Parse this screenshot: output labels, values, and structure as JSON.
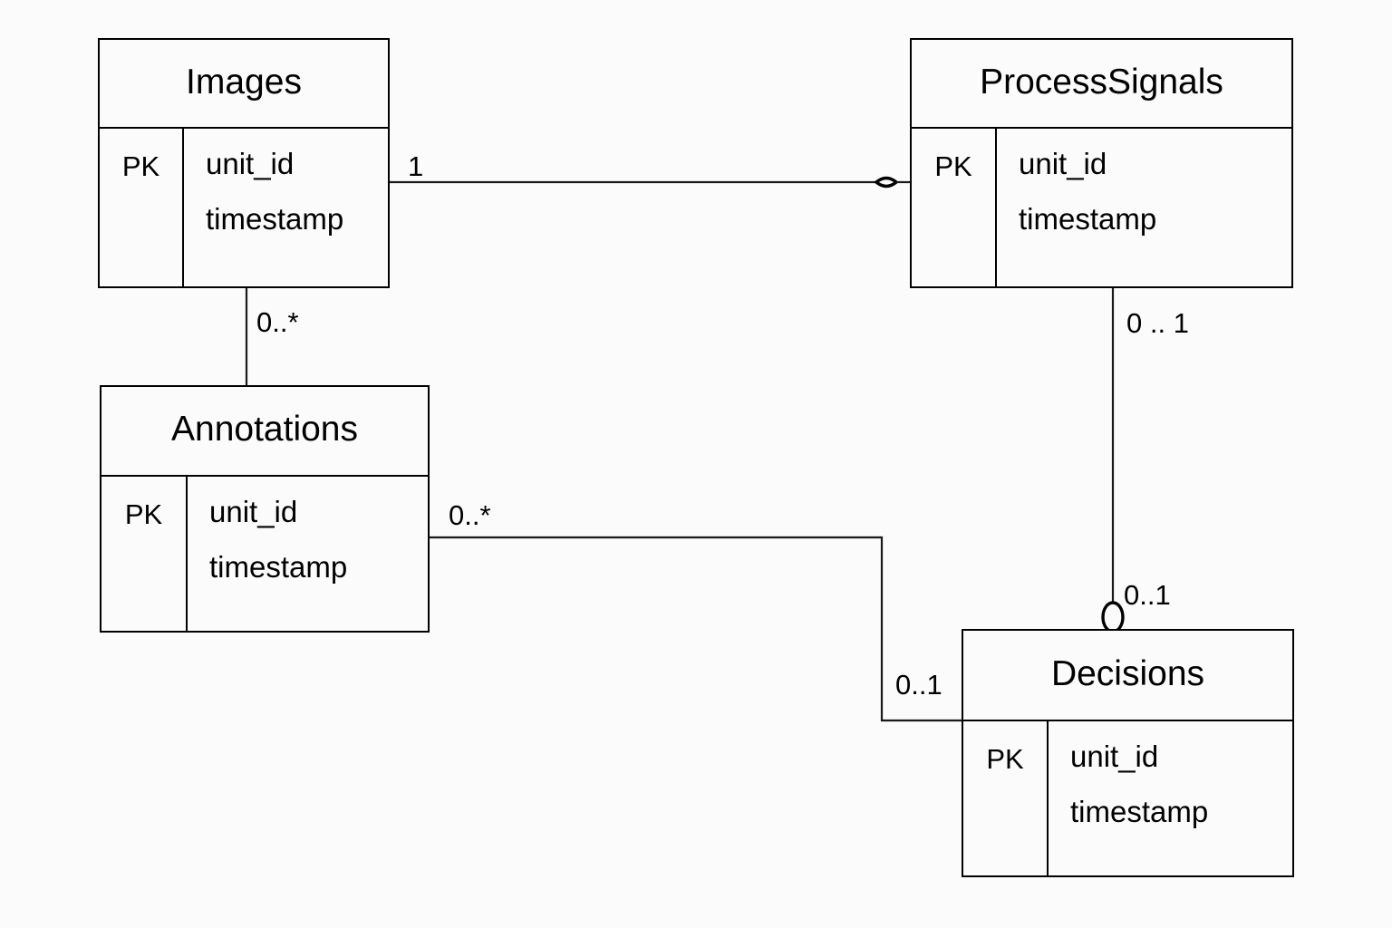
{
  "diagram": {
    "type": "entity-relationship-diagram",
    "background_color": "#fbfbfb",
    "line_color": "#1a1a1a",
    "text_color": "#000000"
  },
  "entities": [
    {
      "id": "images",
      "title": "Images",
      "key_label": "PK",
      "attributes": [
        "unit_id",
        "timestamp"
      ]
    },
    {
      "id": "processsignals",
      "title": "ProcessSignals",
      "key_label": "PK",
      "attributes": [
        "unit_id",
        "timestamp"
      ]
    },
    {
      "id": "annotations",
      "title": "Annotations",
      "key_label": "PK",
      "attributes": [
        "unit_id",
        "timestamp"
      ]
    },
    {
      "id": "decisions",
      "title": "Decisions",
      "key_label": "PK",
      "attributes": [
        "unit_id",
        "timestamp"
      ]
    }
  ],
  "relationships": [
    {
      "id": "images-processsignals",
      "from": "images",
      "to": "processsignals",
      "source_cardinality": "1",
      "target_cardinality": "",
      "target_marker": "zero-lens"
    },
    {
      "id": "images-annotations",
      "from": "images",
      "to": "annotations",
      "source_cardinality": "0..*",
      "target_cardinality": "",
      "target_marker": "none"
    },
    {
      "id": "processsignals-decisions",
      "from": "processsignals",
      "to": "decisions",
      "source_cardinality": "0 .. 1",
      "target_cardinality": "0..1",
      "target_marker": "zero-ellipse"
    },
    {
      "id": "annotations-decisions",
      "from": "annotations",
      "to": "decisions",
      "source_cardinality": "0..*",
      "target_cardinality": "0..1",
      "target_marker": "none"
    }
  ]
}
